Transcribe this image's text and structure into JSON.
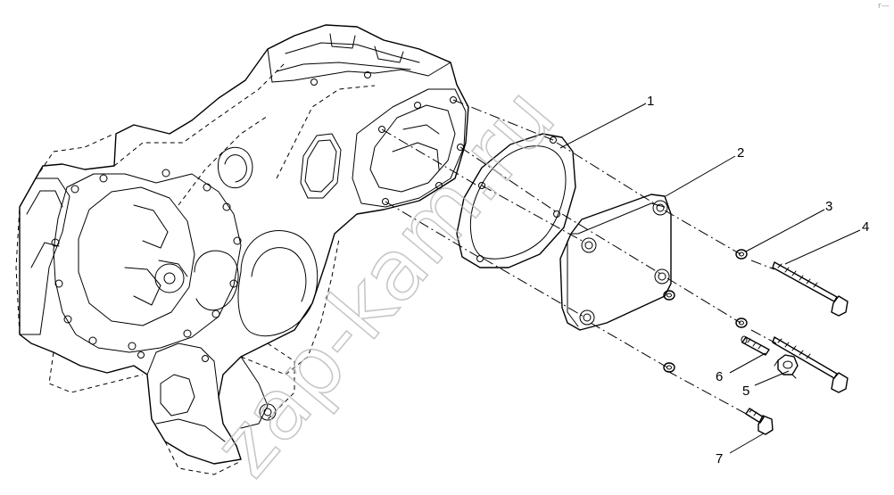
{
  "diagram": {
    "callouts": [
      {
        "id": "1",
        "label": "1"
      },
      {
        "id": "2",
        "label": "2"
      },
      {
        "id": "3",
        "label": "3"
      },
      {
        "id": "4",
        "label": "4"
      },
      {
        "id": "5",
        "label": "5"
      },
      {
        "id": "6",
        "label": "6"
      },
      {
        "id": "7",
        "label": "7"
      }
    ],
    "watermark": "zap-kam.ru",
    "corner_mark": "r—",
    "colors": {
      "line": "#000000",
      "watermark": "#b5b5b5",
      "background": "#ffffff"
    }
  }
}
